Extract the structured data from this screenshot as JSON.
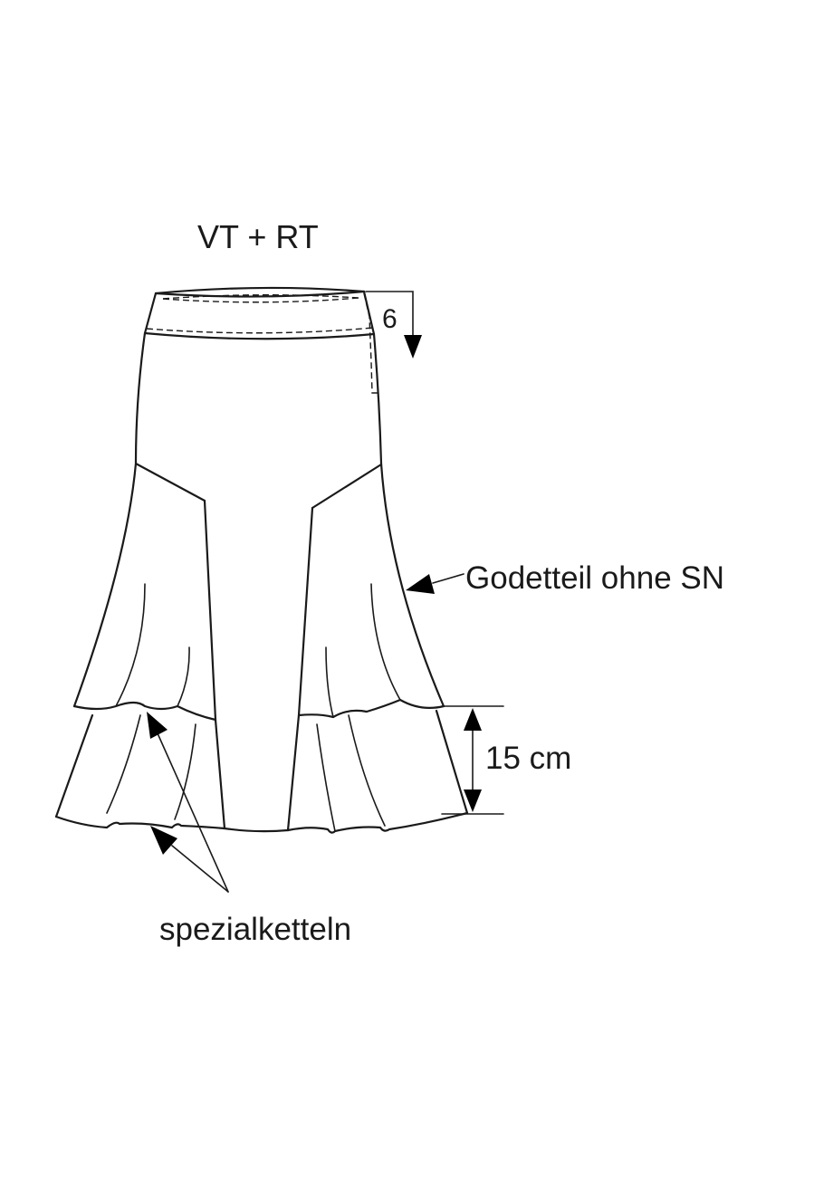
{
  "title": "VT + RT",
  "labels": {
    "waistband_height": "6",
    "godet": "Godetteil ohne SN",
    "flounce_height": "15 cm",
    "hem_finish": "spezialketteln"
  },
  "colors": {
    "ink": "#1a1a1a",
    "background": "#ffffff"
  }
}
